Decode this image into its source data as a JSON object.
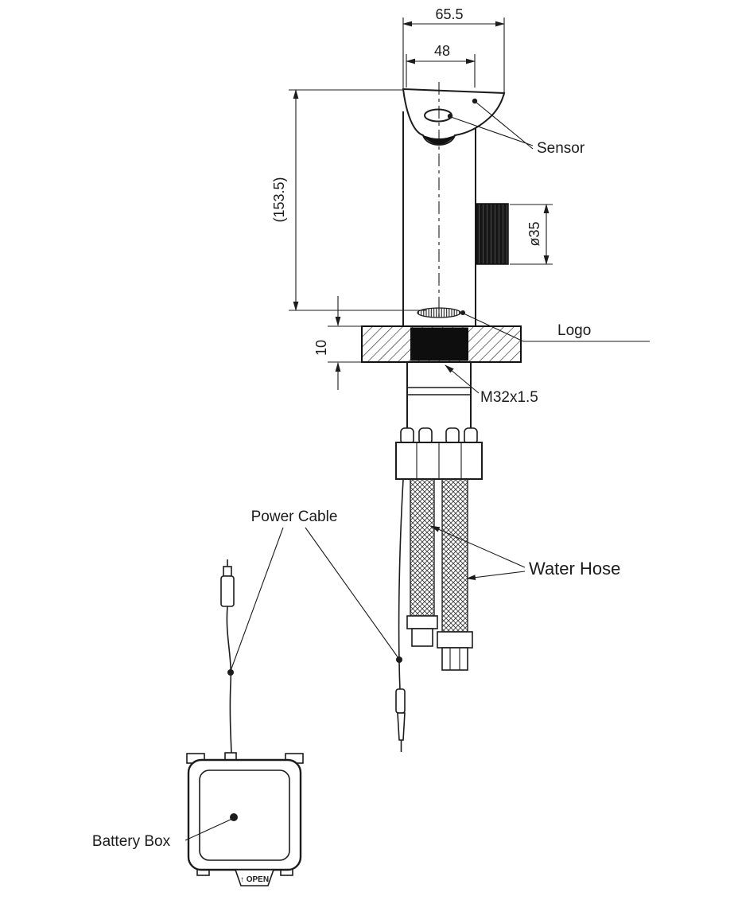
{
  "page": {
    "background": "#ffffff",
    "line_color": "#1c1c1c"
  },
  "drawing": {
    "dimensions": {
      "top_width": "65.5",
      "spout_width": "48",
      "body_height": "(153.5)",
      "knob_diameter": "ø35",
      "deck_thickness": "10",
      "thread_spec": "M32x1.5"
    },
    "callouts": {
      "sensor": "Sensor",
      "logo": "Logo",
      "water_hose": "Water Hose",
      "power_cable": "Power Cable",
      "battery_box": "Battery Box",
      "open_tab": "↑ OPEN"
    }
  }
}
